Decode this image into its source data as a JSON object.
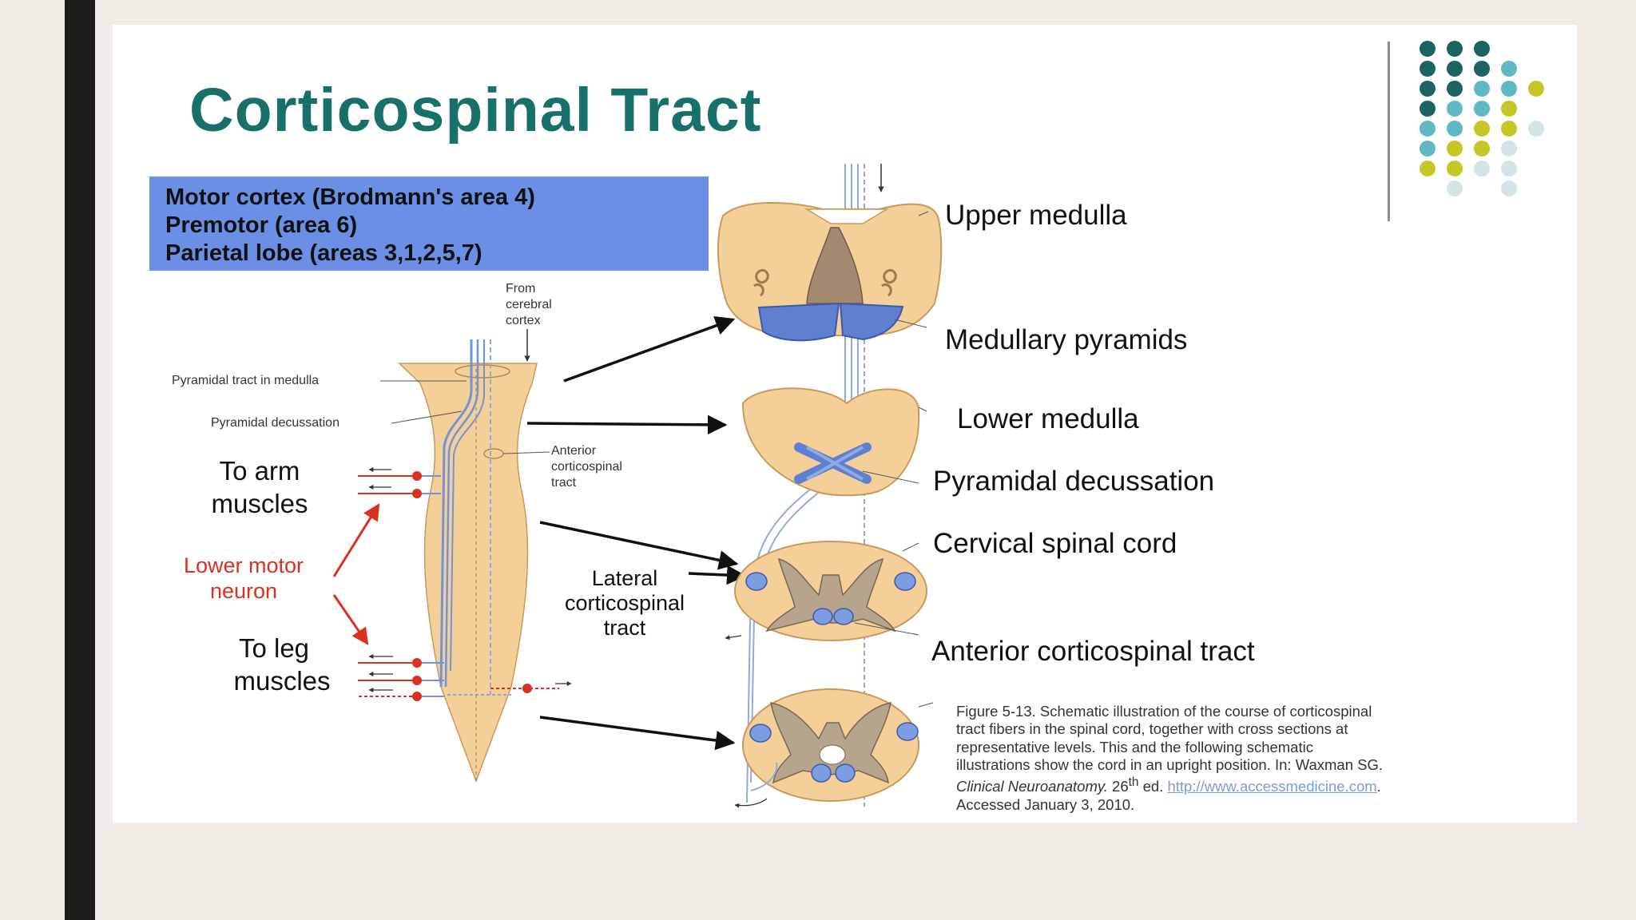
{
  "slide": {
    "title": "Corticospinal Tract",
    "origin_box": [
      "Motor cortex (Brodmann's area 4)",
      "Premotor (area 6)",
      "Parietal lobe (areas 3,1,2,5,7)"
    ]
  },
  "diagram": {
    "section_labels": {
      "upper_medulla": "Upper medulla",
      "medullary_pyramids": "Medullary pyramids",
      "lower_medulla": "Lower medulla",
      "pyramidal_decussation": "Pyramidal decussation",
      "cervical_spinal_cord": "Cervical spinal cord",
      "anterior_corticospinal_tract": "Anterior corticospinal tract"
    },
    "cord_labels": {
      "from_cortex": [
        "From",
        "cerebral",
        "cortex"
      ],
      "pyramidal_tract_in_medulla": "Pyramidal tract in medulla",
      "pyramidal_decussation": "Pyramidal decussation",
      "anterior_tract": [
        "Anterior",
        "corticospinal",
        "tract"
      ],
      "lateral_tract": [
        "Lateral",
        "corticospinal",
        "tract"
      ]
    },
    "effector_labels": {
      "to_arm": [
        "To arm",
        "muscles"
      ],
      "lower_motor_neuron": [
        "Lower motor",
        "neuron"
      ],
      "to_leg": [
        "To leg",
        "muscles"
      ]
    },
    "caption": {
      "line1": "Figure 5-13. Schematic illustration of the course of corticospinal",
      "line2": "tract fibers in the spinal cord, together with cross sections at",
      "line3": "representative levels. This and the following schematic",
      "line4": "illustrations show the cord in an upright position. In: Waxman SG.",
      "line5_italic": "Clinical Neuroanatomy.",
      "line5_edition": " 26",
      "line5_sup": "th",
      "line5_ed": " ed. ",
      "line5_link": "http://www.accessmedicine.com",
      "line5_end": ".",
      "line6": "Accessed January 3, 2010."
    }
  },
  "colors": {
    "title": "#17706a",
    "box": "#6c8fe6",
    "tissue": "#f5cf98",
    "tract": "#6f93dc",
    "motor_neuron": "#d9311e",
    "dark_teal": "#1c6364",
    "light_teal": "#5fb8c3",
    "olive": "#c6c727",
    "pale": "#d4e4e6"
  }
}
